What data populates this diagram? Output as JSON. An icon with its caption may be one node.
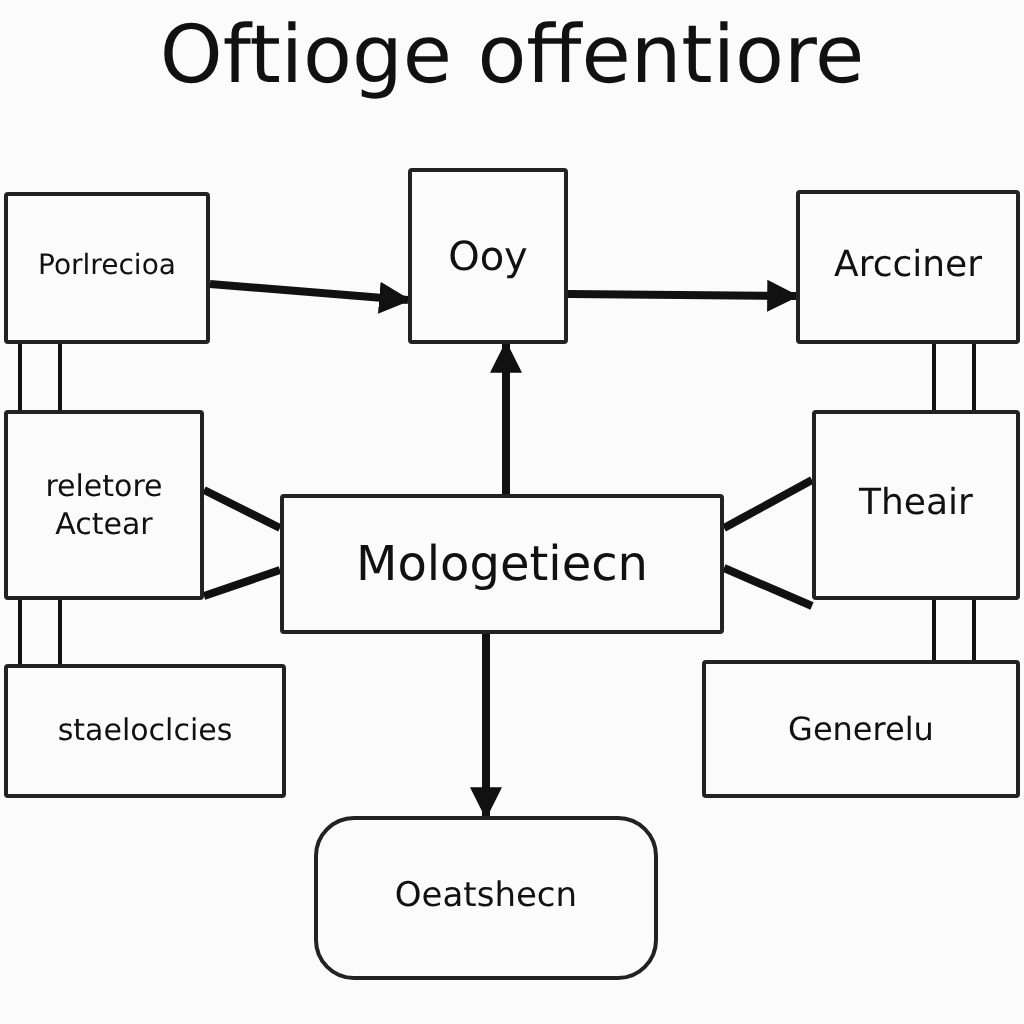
{
  "diagram": {
    "title": "Oftioge offentiore",
    "nodes": [
      {
        "text": [
          "Porlrecioa"
        ]
      },
      {
        "text": [
          "Ooy"
        ]
      },
      {
        "text": [
          "Arcciner"
        ]
      },
      {
        "text": [
          "reletore Actear"
        ]
      },
      {
        "text": [
          "Mologetiecn"
        ]
      },
      {
        "text": [
          "Theair"
        ]
      },
      {
        "text": [
          "staeloclcies"
        ]
      },
      {
        "text": [
          "Generelu"
        ]
      },
      {
        "text": [
          "Oeatshecn"
        ]
      }
    ],
    "edges": [
      {
        "from": 0,
        "to": 1,
        "arrow": "to",
        "style": "thick"
      },
      {
        "from": 1,
        "to": 2,
        "arrow": "to",
        "style": "thick"
      },
      {
        "from": 4,
        "to": 1,
        "arrow": "to",
        "style": "thick"
      },
      {
        "from": 4,
        "to": 8,
        "arrow": "to",
        "style": "thick"
      },
      {
        "from": 3,
        "to": 4,
        "arrow": "none",
        "style": "thick"
      },
      {
        "from": 3,
        "to": 4,
        "arrow": "none",
        "style": "thick"
      },
      {
        "from": 5,
        "to": 4,
        "arrow": "none",
        "style": "thick"
      },
      {
        "from": 4,
        "to": 5,
        "arrow": "none",
        "style": "thick"
      },
      {
        "from": 0,
        "to": 3,
        "arrow": "none"
      },
      {
        "from": 0,
        "to": 3,
        "arrow": "none"
      },
      {
        "from": 3,
        "to": 6,
        "arrow": "none"
      },
      {
        "from": 3,
        "to": 6,
        "arrow": "none"
      },
      {
        "from": 2,
        "to": 5,
        "arrow": "none"
      },
      {
        "from": 2,
        "to": 5,
        "arrow": "none"
      },
      {
        "from": 5,
        "to": 7,
        "arrow": "none"
      },
      {
        "from": 5,
        "to": 7,
        "arrow": "none"
      }
    ]
  }
}
